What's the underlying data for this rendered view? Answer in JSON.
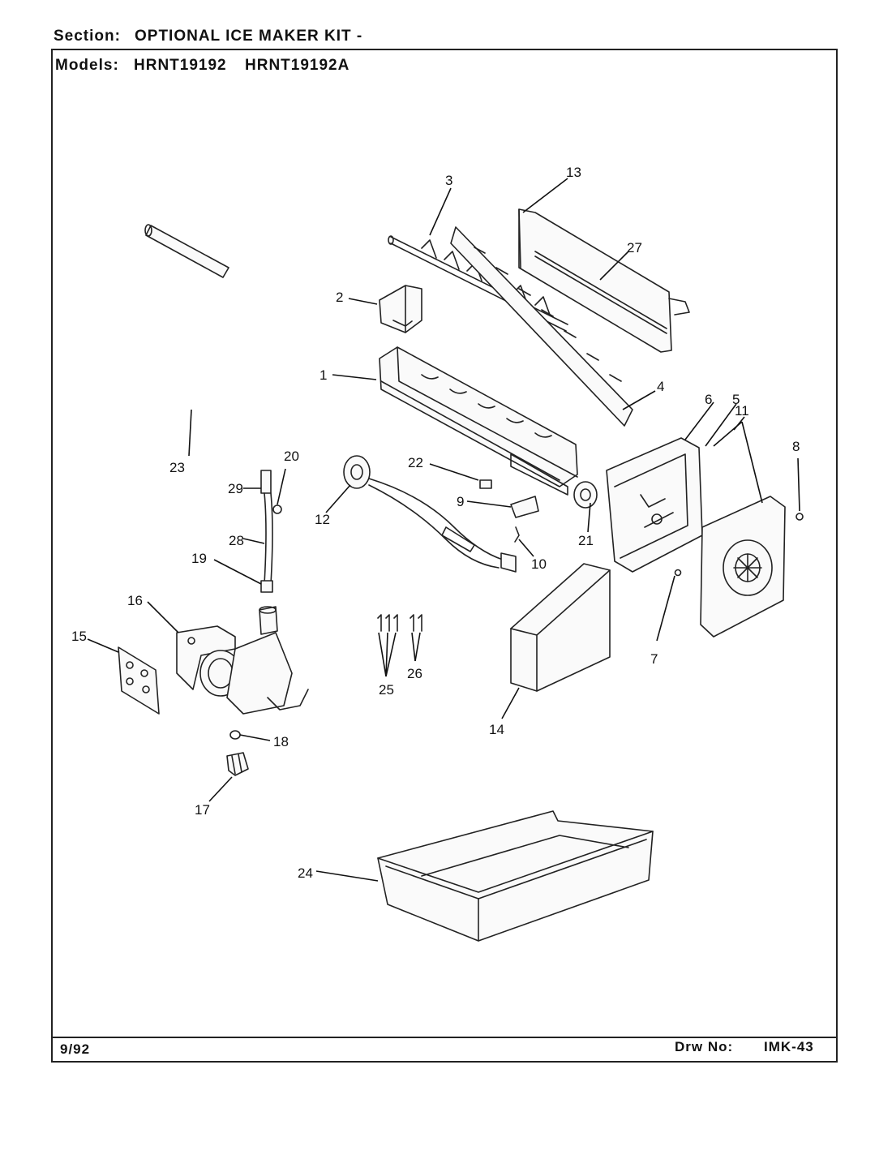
{
  "header": {
    "section_label": "Section:",
    "section_value": "OPTIONAL ICE MAKER KIT -",
    "models_label": "Models:",
    "models": [
      "HRNT19192",
      "HRNT19192A"
    ]
  },
  "footer": {
    "date": "9/92",
    "drawing_label": "Drw No:",
    "drawing_number": "IMK-43"
  },
  "callouts": [
    "1",
    "2",
    "3",
    "4",
    "5",
    "6",
    "7",
    "8",
    "9",
    "10",
    "11",
    "12",
    "13",
    "14",
    "15",
    "16",
    "17",
    "18",
    "19",
    "20",
    "21",
    "22",
    "23",
    "24",
    "25",
    "26",
    "27",
    "28",
    "29"
  ]
}
